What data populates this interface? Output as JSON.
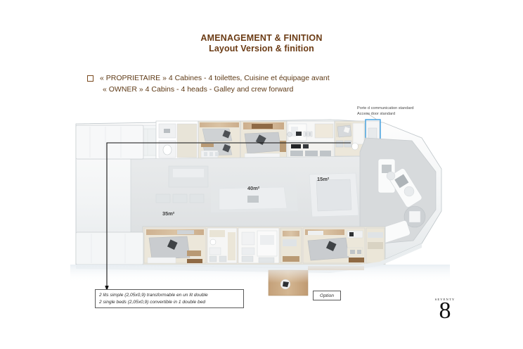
{
  "header": {
    "title_fr": "AMENAGEMENT & FINITION",
    "title_en": "Layout Version & finition",
    "title_color": "#6B3B14"
  },
  "bullet": {
    "marker": "open-square",
    "line_fr": "« PROPRIETAIRE » 4 Cabines -  4 toilettes,  Cuisine et équipage avant",
    "line_en": "« OWNER »  4 Cabins -  4 heads -  Galley and crew forward",
    "text_color": "#5E3A16"
  },
  "annotations": {
    "door_note_fr": "Porte d communication standard",
    "door_note_en": "Access door standard",
    "door_highlight_color": "#3c9ee0"
  },
  "areas": [
    {
      "name": "port-hull-area",
      "label": "35m²"
    },
    {
      "name": "saloon-area",
      "label": "40m²"
    },
    {
      "name": "cockpit-area",
      "label": "15m²"
    }
  ],
  "callout": {
    "line_fr": "2 lits simple (2,05x0,9) transformable en  un lit double",
    "line_en": "2 single beds (2,05x0,9) convertible in 1 double bed"
  },
  "option": {
    "label": "Option"
  },
  "logo": {
    "word": "SEVENTY",
    "number": "8"
  }
}
